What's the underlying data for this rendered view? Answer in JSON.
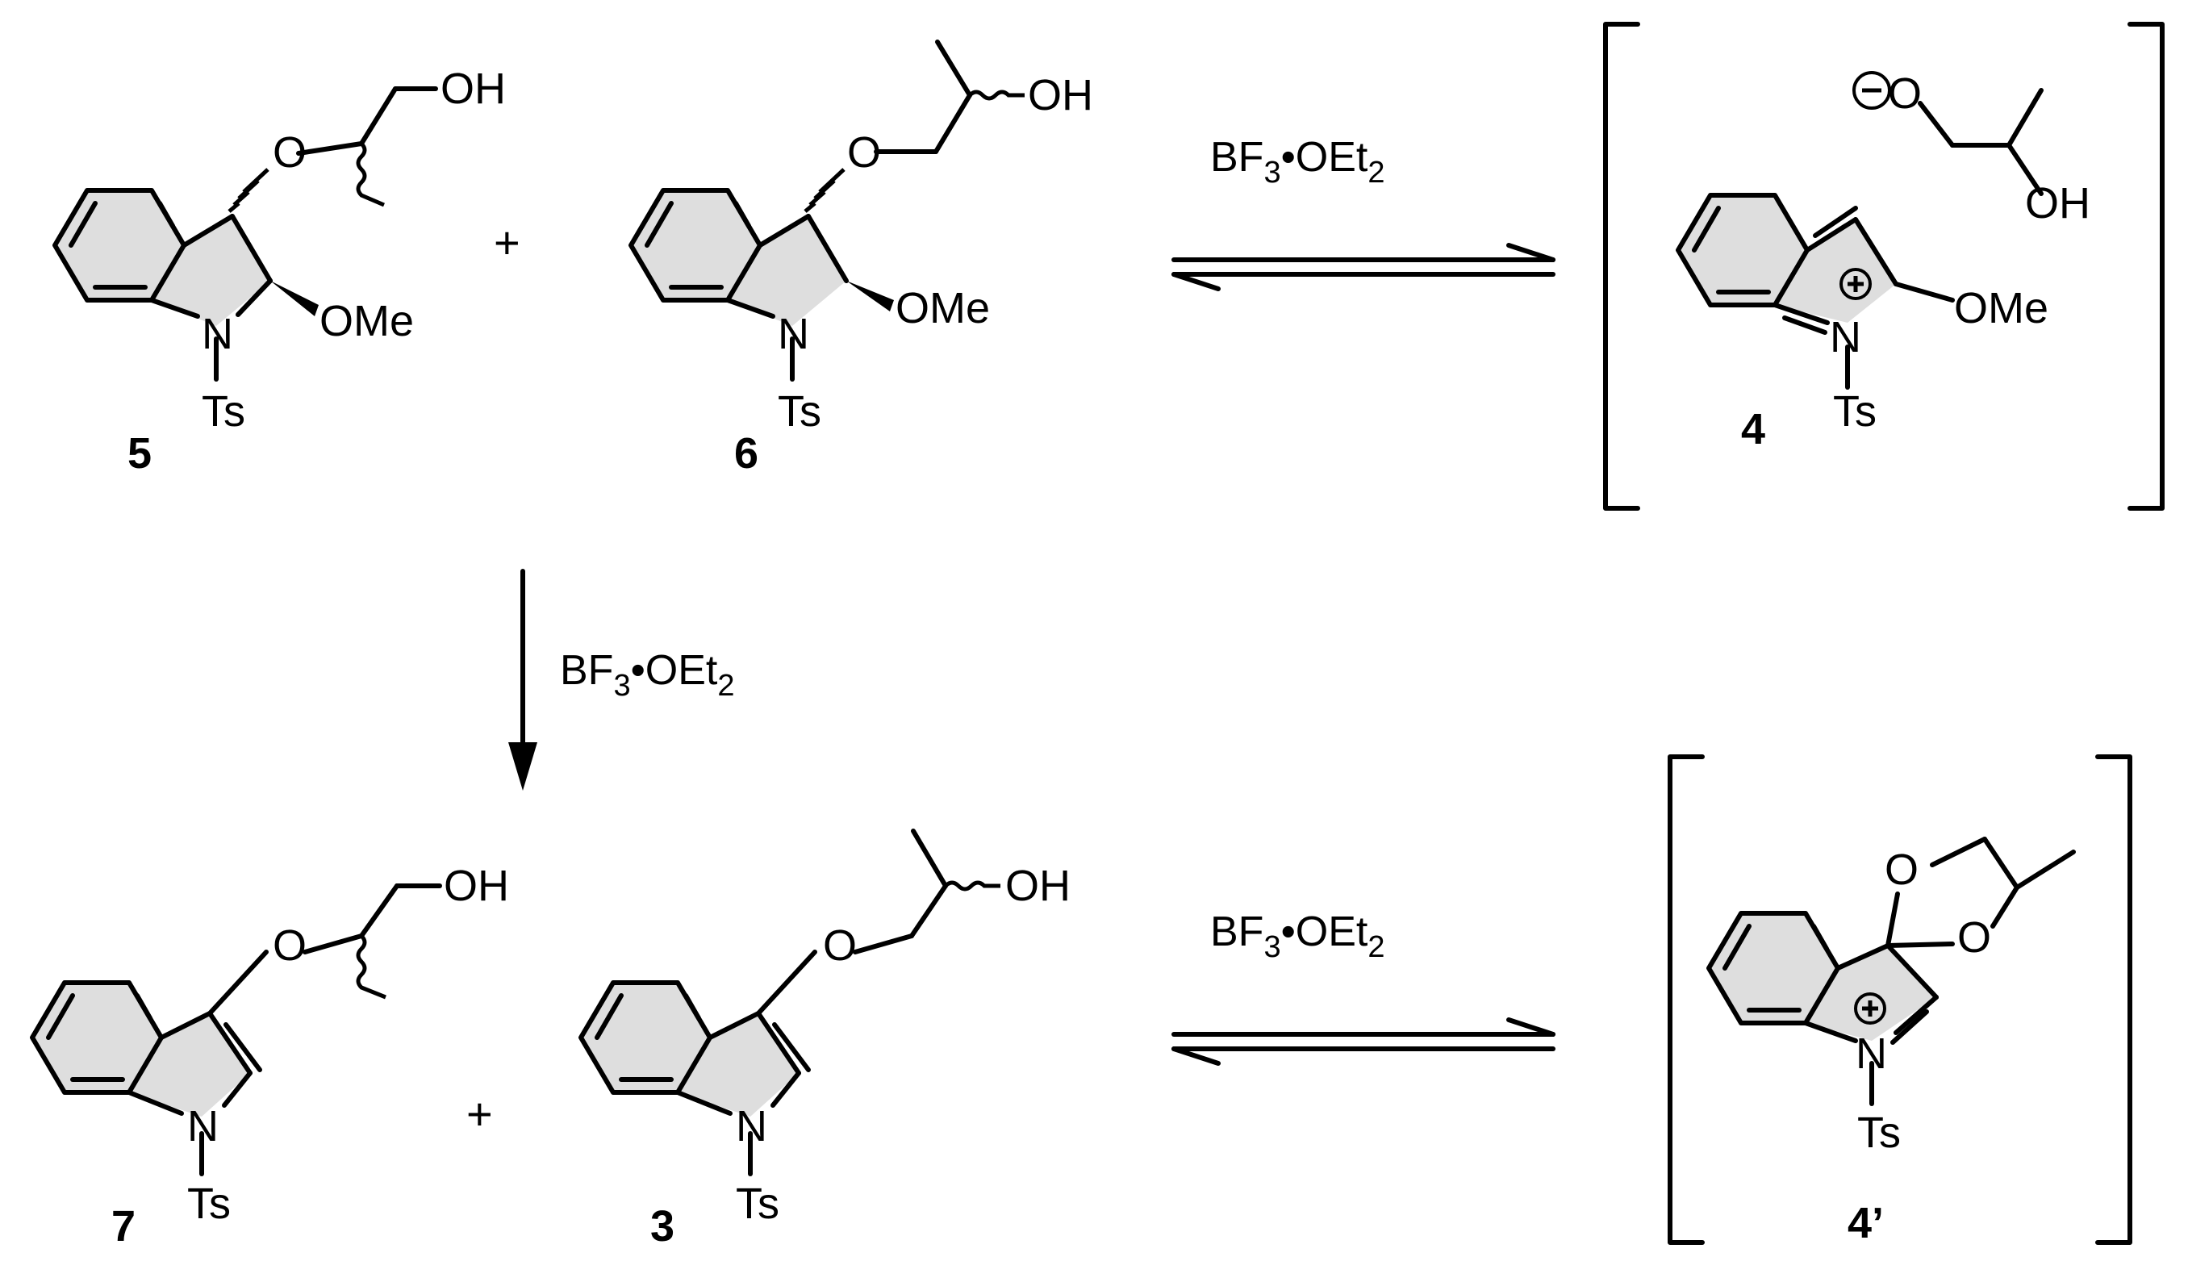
{
  "compounds": {
    "c5": {
      "label": "5",
      "oh": "OH",
      "o_ether": "O",
      "ome": "OMe",
      "n": "N",
      "ts": "Ts"
    },
    "c6": {
      "label": "6",
      "oh": "OH",
      "o_ether": "O",
      "ome": "OMe",
      "n": "N",
      "ts": "Ts"
    },
    "c4": {
      "label": "4",
      "o_minus": "O",
      "oh": "OH",
      "ome": "OMe",
      "n": "N",
      "ts": "Ts",
      "plus_charge": "+",
      "minus_charge": "−"
    },
    "c7": {
      "label": "7",
      "oh": "OH",
      "o_ether": "O",
      "n": "N",
      "ts": "Ts"
    },
    "c3": {
      "label": "3",
      "oh": "OH",
      "o_ether": "O",
      "n": "N",
      "ts": "Ts"
    },
    "c4p": {
      "label": "4’",
      "o1": "O",
      "o2": "O",
      "n": "N",
      "ts": "Ts",
      "plus_charge": "+"
    }
  },
  "reagents": {
    "top_equilibrium": {
      "main": "BF",
      "sub3": "3",
      "mid": "•OEt",
      "sub2": "2"
    },
    "down_arrow": {
      "main": "BF",
      "sub3": "3",
      "mid": "•OEt",
      "sub2": "2"
    },
    "bottom_equilibrium": {
      "main": "BF",
      "sub3": "3",
      "mid": "•OEt",
      "sub2": "2"
    }
  },
  "operators": {
    "plus_top": "+",
    "plus_bottom": "+"
  }
}
